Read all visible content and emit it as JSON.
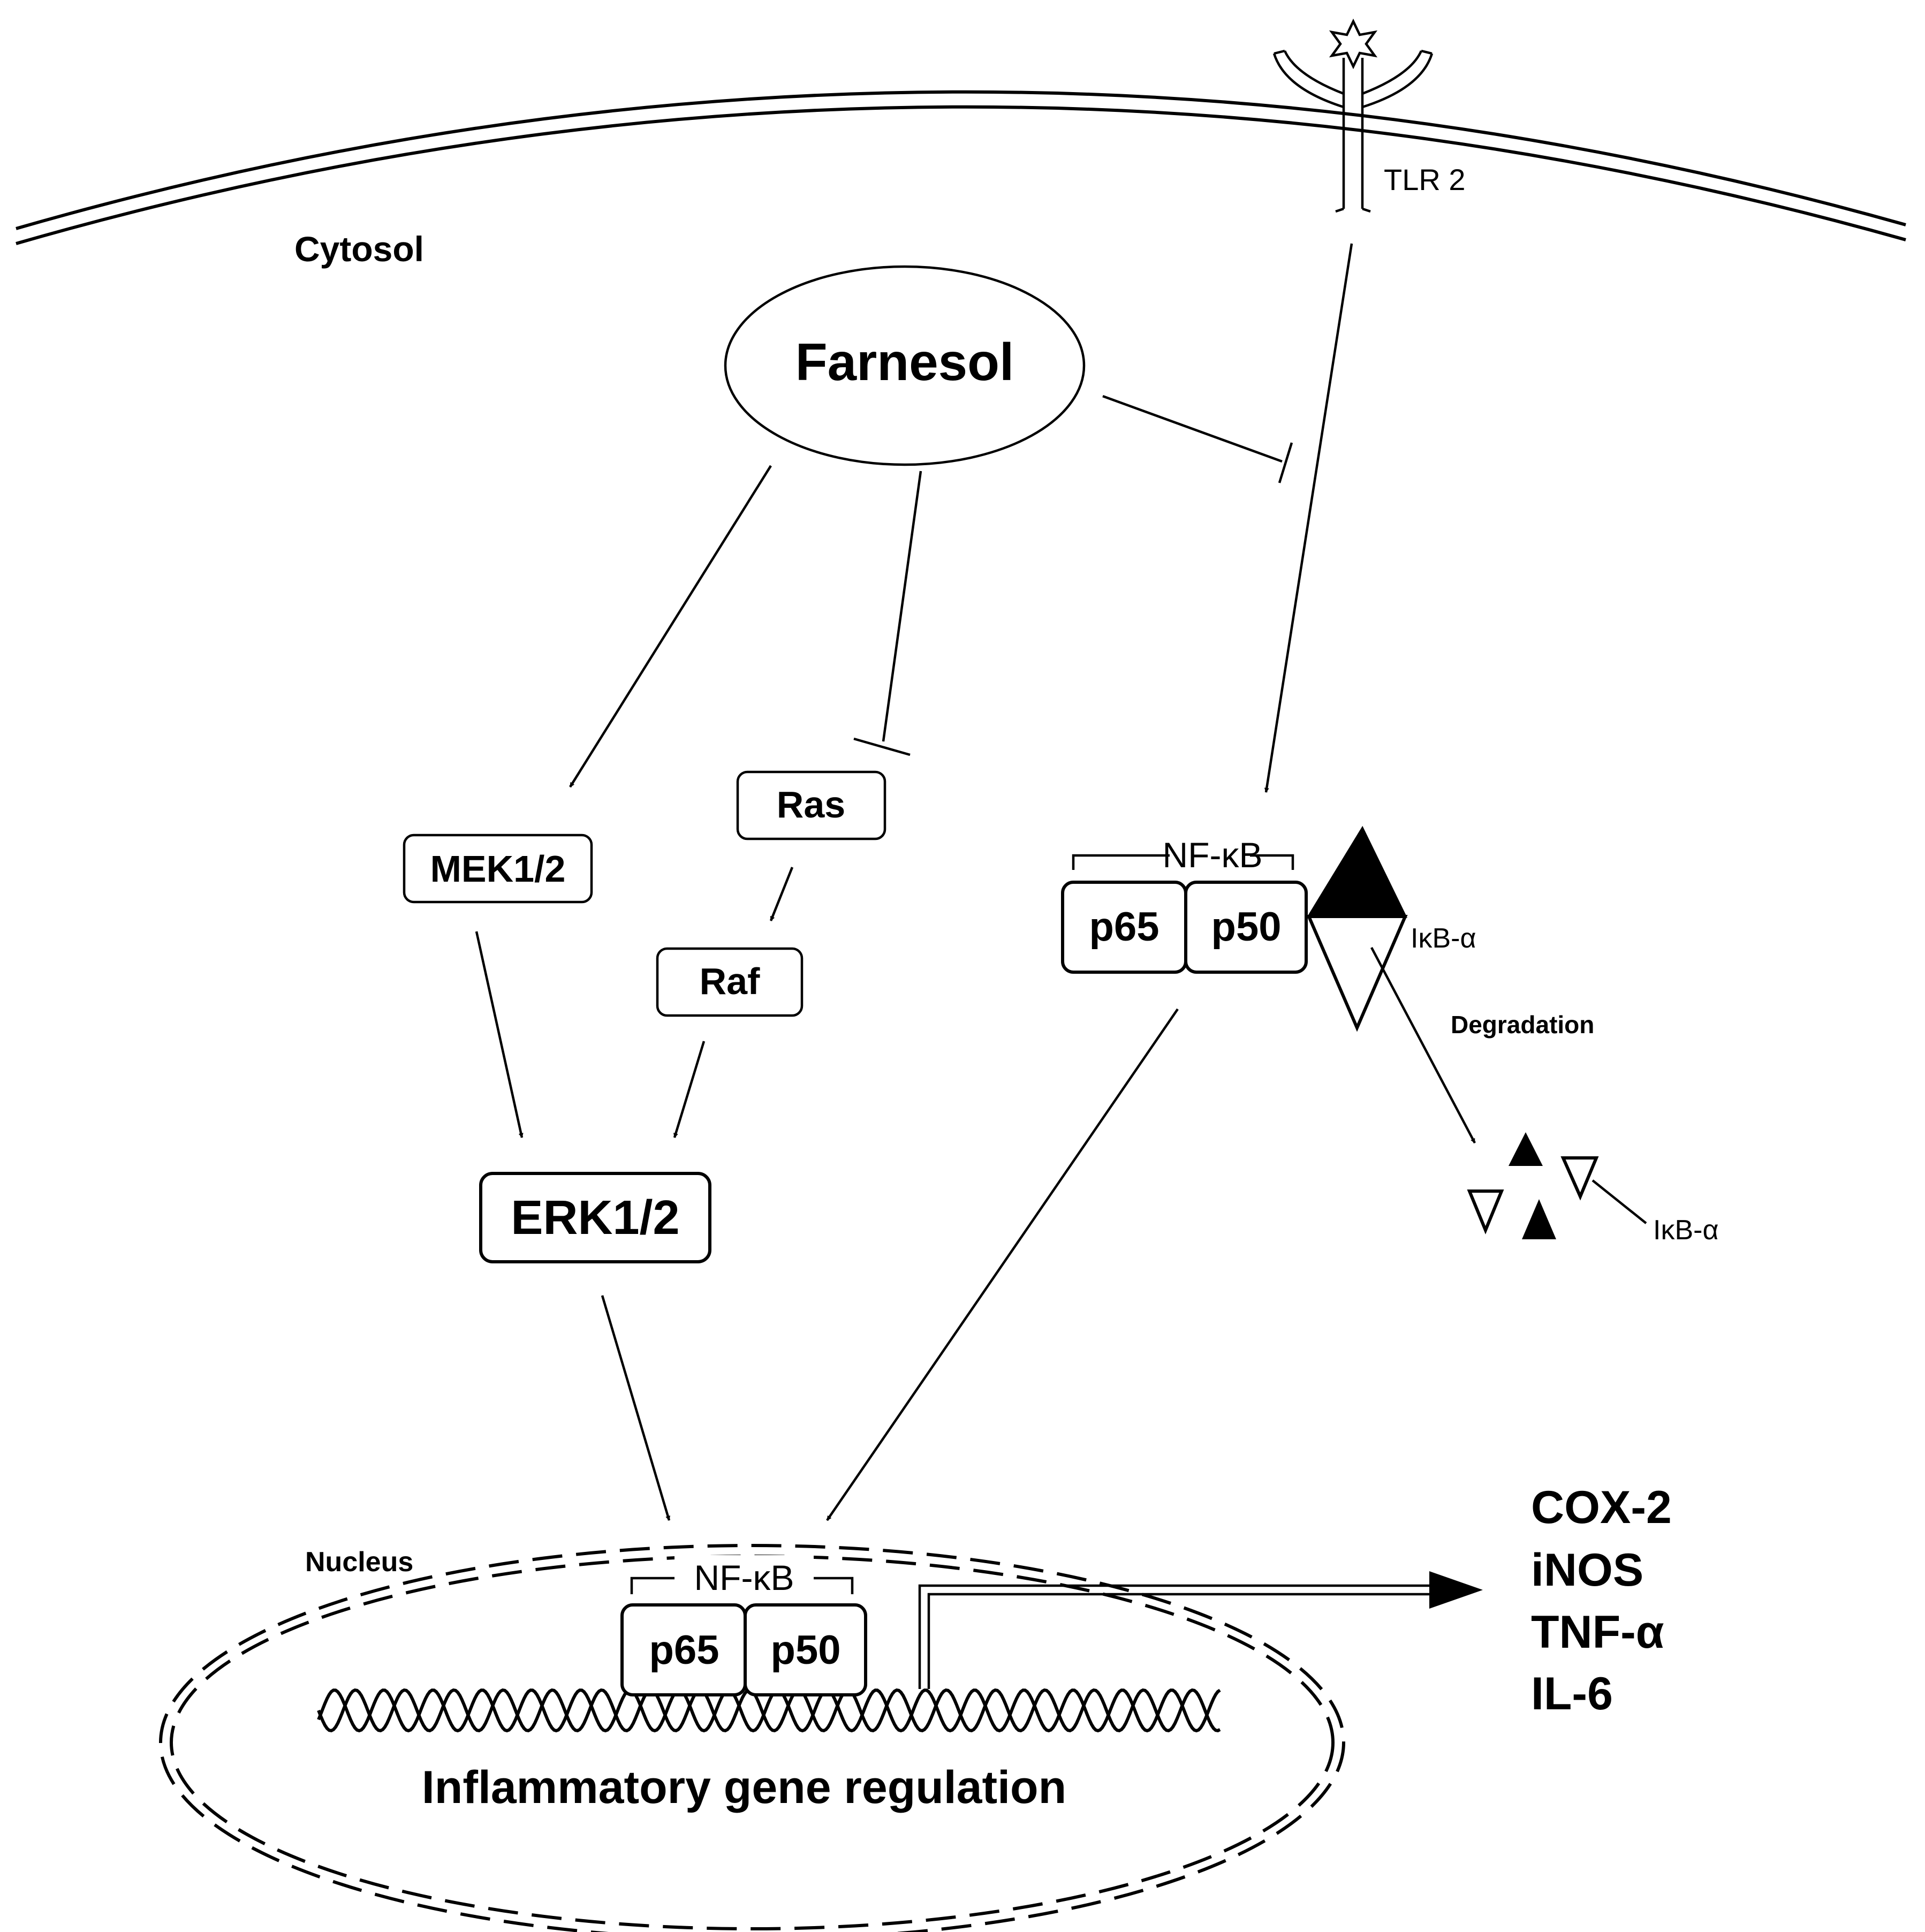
{
  "compartments": {
    "cytosol": "Cytosol",
    "nucleus": "Nucleus"
  },
  "receptor": {
    "label": "TLR 2"
  },
  "compound": {
    "label": "Farnesol"
  },
  "nodes": {
    "mek": "MEK1/2",
    "ras": "Ras",
    "raf": "Raf",
    "erk": "ERK1/2"
  },
  "cytosol_complex": {
    "label": "NF-κB",
    "sub1": "p65",
    "sub2": "p50",
    "inhibitor": "IκB-α"
  },
  "degradation": {
    "label": "Degradation",
    "fragment_label": "IκB-α"
  },
  "nuclear_complex": {
    "label": "NF-κB",
    "sub1": "p65",
    "sub2": "p50"
  },
  "gene_regulation_label": "Inflammatory gene regulation",
  "outputs": [
    "COX-2",
    "iNOS",
    "TNF-α",
    "IL-6"
  ]
}
